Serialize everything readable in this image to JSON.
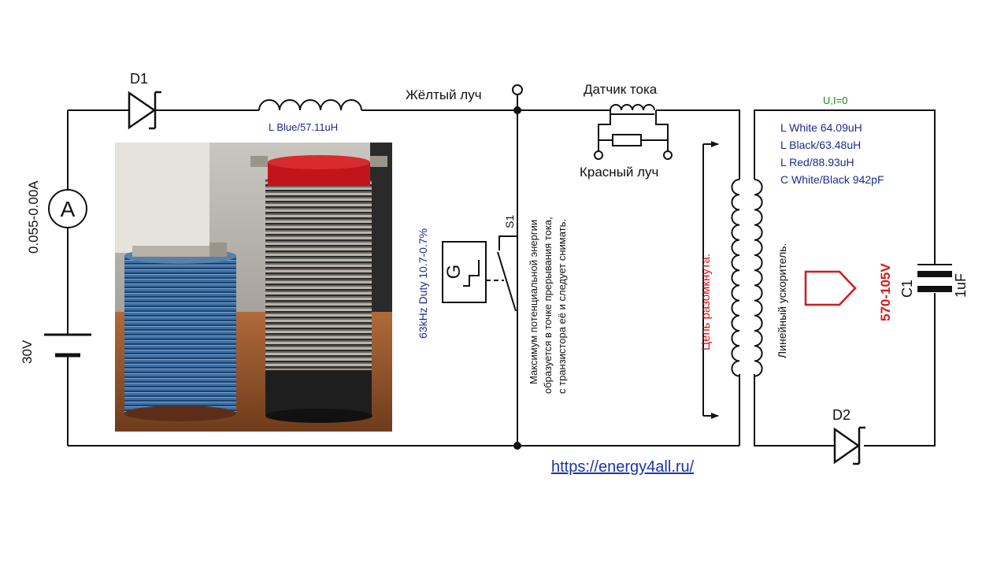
{
  "labels": {
    "d1": "D1",
    "d2": "D2",
    "l_blue": "L Blue/57.11uH",
    "yellow_beam": "Жёлтый луч",
    "current_sensor": "Датчик тока",
    "red_beam": "Красный луч",
    "u_i": "U,I=0",
    "l_white": "L White 64.09uH",
    "l_black": "L Black/63.48uH",
    "l_red": "L Red/88.93uH",
    "c_white_black": "C White/Black 942pF",
    "ammeter_reading": "0.055-0.00A",
    "ammeter_symbol": "A",
    "battery_voltage": "30V",
    "generator_freq": "63kHz Duty 10.7-0.7%",
    "generator_symbol": "G",
    "switch": "S1",
    "note_line1": "Максимум потенциальной энергии",
    "note_line2": "образуется в точке прерывания тока,",
    "note_line3": "с транзистора её и следует снимать.",
    "open_circuit": "Цепь разомкнута.",
    "linear_accelerator": "Линейный ускоритель.",
    "output_voltage": "570-105V",
    "capacitor": "C1",
    "capacitance": "1uF"
  },
  "link": {
    "url_text": "https://energy4all.ru/"
  },
  "colors": {
    "wire": "#111111",
    "blue_text": "#1b2b8c",
    "red_text": "#d11a1a",
    "green_text": "#1a8a1a",
    "link": "#1b33a8"
  },
  "photo": {
    "blue_coil": "blue-wound-coil",
    "striped_coil": "red-black-striped-wound-coil"
  }
}
